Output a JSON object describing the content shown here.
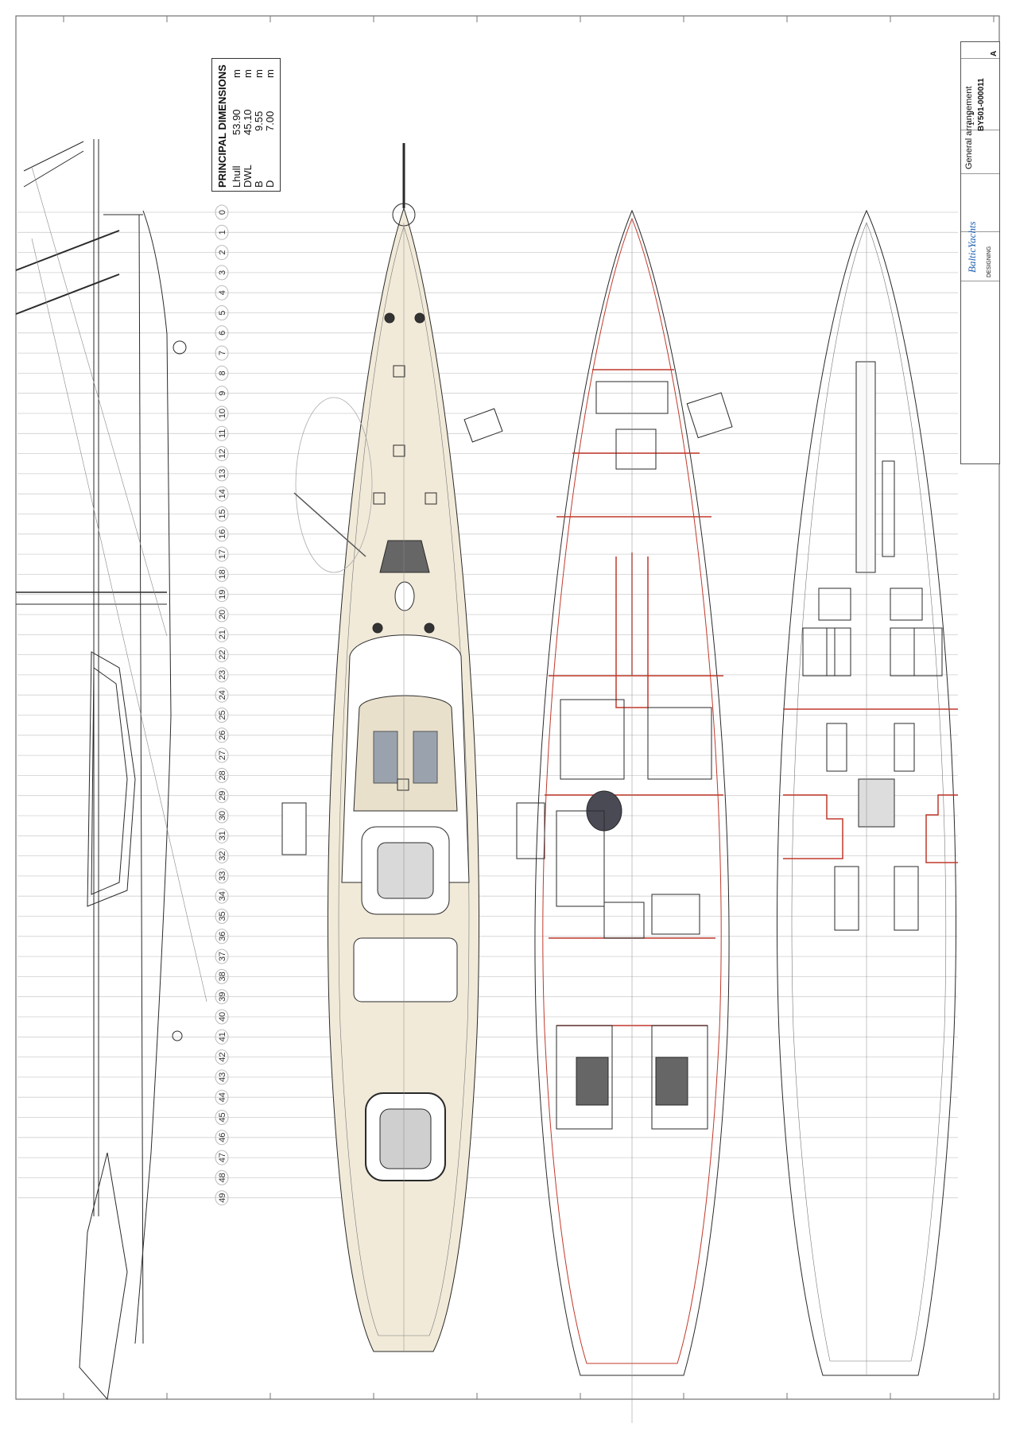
{
  "principal_dimensions": {
    "title": "PRINCIPAL DIMENSIONS",
    "rows": [
      {
        "label": "Lhull",
        "value": "53.90",
        "unit": "m"
      },
      {
        "label": "DWL",
        "value": "45.10",
        "unit": "m"
      },
      {
        "label": "B",
        "value": "9.55",
        "unit": "m"
      },
      {
        "label": "D",
        "value": "7.00",
        "unit": "m"
      }
    ]
  },
  "title_block": {
    "brand": "BalticYachts",
    "drawing_title": "General arrangement",
    "drawing_number": "BY501-000011",
    "revision": "A",
    "scale": "1 : 1",
    "status": "DESIGNING"
  },
  "stations": [
    "0",
    "1",
    "2",
    "3",
    "4",
    "5",
    "6",
    "7",
    "8",
    "9",
    "10",
    "11",
    "12",
    "13",
    "14",
    "15",
    "16",
    "17",
    "18",
    "19",
    "20",
    "21",
    "22",
    "23",
    "24",
    "25",
    "26",
    "27",
    "28",
    "29",
    "30",
    "31",
    "32",
    "33",
    "34",
    "35",
    "36",
    "37",
    "38",
    "39",
    "40",
    "41",
    "42",
    "43",
    "44",
    "45",
    "46",
    "47",
    "48",
    "49"
  ],
  "colors": {
    "line": "#2a2a2a",
    "grid": "#c8c8c8",
    "deck": "#f1ead9",
    "bulkhead": "#c0392b",
    "logo": "#1f5fb0"
  }
}
